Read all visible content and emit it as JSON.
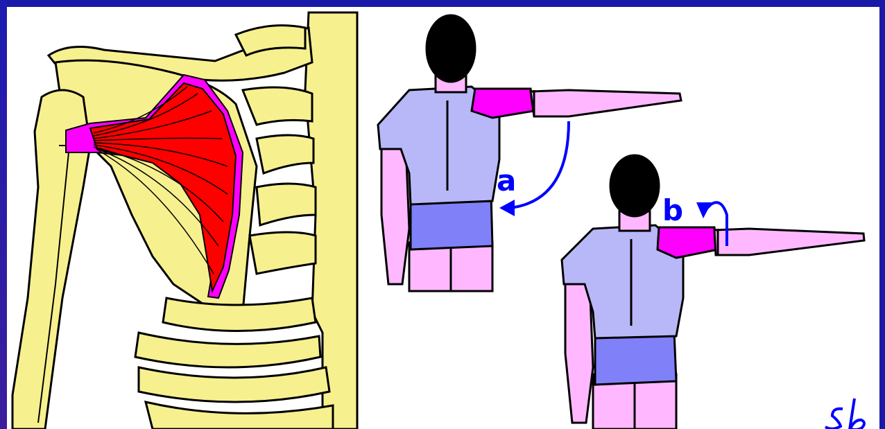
{
  "labels": {
    "arrow_a": "a",
    "arrow_b": "b"
  },
  "signature": "sb",
  "colors": {
    "frame": "#1a1aa8",
    "bone": "#f7f08f",
    "muscle": "#ff0000",
    "tendon": "#ff00ff",
    "shirt": "#b8b8f8",
    "shorts": "#8080f8",
    "skin": "#ffb8ff",
    "hair": "#000000",
    "arrow": "#0000ff"
  }
}
